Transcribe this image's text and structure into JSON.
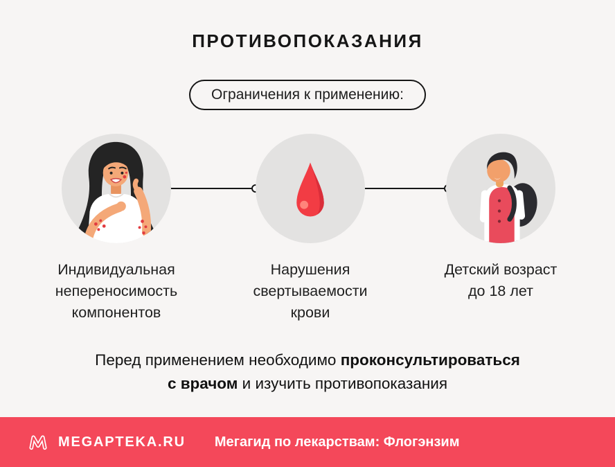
{
  "title": "ПРОТИВОПОКАЗАНИЯ",
  "badge": "Ограничения к применению:",
  "items": [
    {
      "icon": "woman-allergy-illustration",
      "label": "Индивидуальная непереносимость компонентов",
      "lines": [
        "Индивидуальная",
        "непереносимость",
        "компонентов"
      ]
    },
    {
      "icon": "blood-drop-icon",
      "label": "Нарушения свертываемости крови",
      "lines": [
        "Нарушения",
        "свертываемости",
        "крови"
      ]
    },
    {
      "icon": "teenager-illustration",
      "label": "Детский возраст до 18 лет",
      "lines": [
        "Детский возраст",
        "до 18 лет"
      ]
    }
  ],
  "note": {
    "l1_regular": "Перед применением необходимо",
    "l1_bold": "проконсультироваться",
    "l2_bold": "с врачом",
    "l2_regular": "и изучить противопоказания"
  },
  "footer": {
    "brand": "MEGAPTEKA.RU",
    "tagline": "Мегагид по лекарствам: Флогэнзим"
  },
  "colors": {
    "background": "#f7f5f4",
    "circle_gray": "#e3e2e1",
    "blood_red": "#f23c44",
    "footer_red": "#f4485a",
    "text": "#1c1c1c"
  }
}
